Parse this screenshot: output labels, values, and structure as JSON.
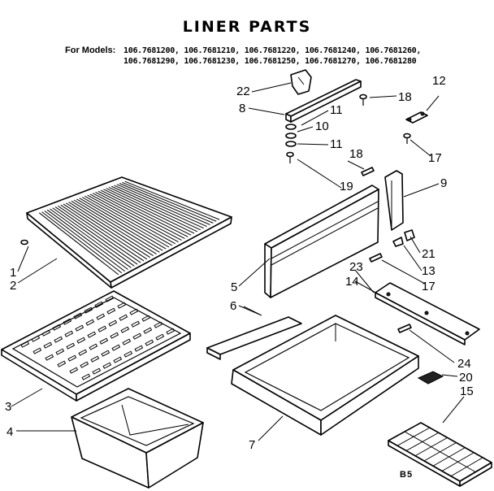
{
  "title": "LINER PARTS",
  "models_label": "For Models:",
  "models_line_1": "106.7681200, 106.7681210, 106.7681220, 106.7681240, 106.7681260,",
  "models_line_2": "106.7681290, 106.7681230, 106.7681250, 106.7681270, 106.7681280",
  "diagram_code": "B5",
  "callouts": {
    "c1": "1",
    "c2": "2",
    "c3": "3",
    "c4": "4",
    "c5": "5",
    "c6": "6",
    "c7": "7",
    "c8": "8",
    "c9": "9",
    "c10": "10",
    "c11a": "11",
    "c11b": "11",
    "c12": "12",
    "c13": "13",
    "c14": "14",
    "c15": "15",
    "c17a": "17",
    "c17b": "17",
    "c18a": "18",
    "c18b": "18",
    "c19": "19",
    "c20": "20",
    "c21": "21",
    "c22": "22",
    "c23": "23",
    "c24": "24"
  }
}
